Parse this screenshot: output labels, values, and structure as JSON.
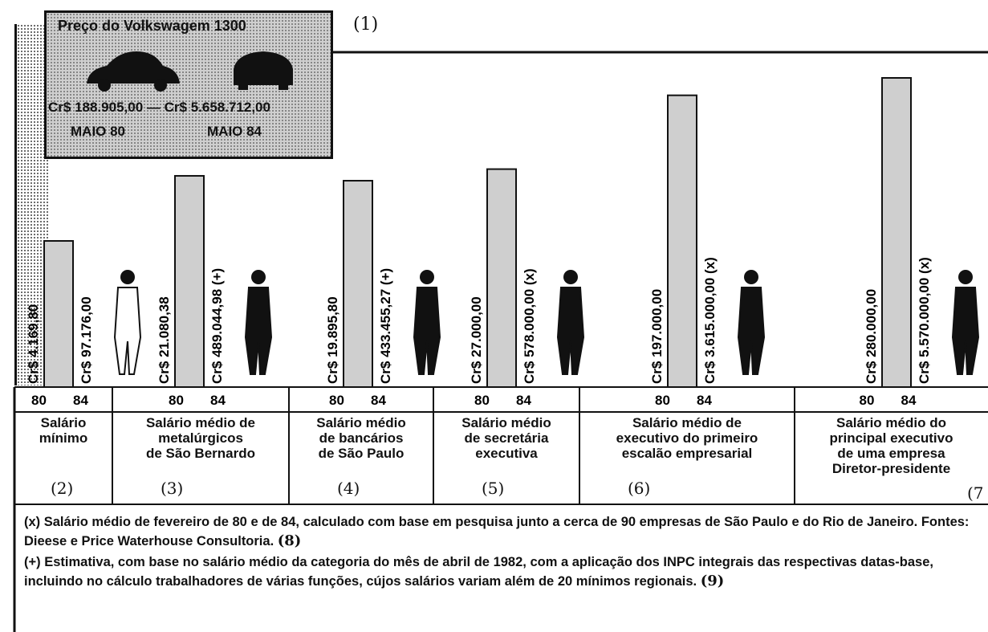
{
  "marker_top": "(1)",
  "price_box": {
    "title": "Preço do Volkswagem 1300",
    "price_80": "Cr$ 188.905,00",
    "separator": "—",
    "price_84": "Cr$ 5.658.712,00",
    "date_80": "MAIO 80",
    "date_84": "MAIO 84",
    "car_icon_1": "car-icon",
    "car_icon_2": "car-icon"
  },
  "chart_data": {
    "type": "bar",
    "x_labels": [
      "80",
      "84"
    ],
    "groups": [
      {
        "category": "Salário mínimo",
        "marker": "(2)",
        "val80": 4169.8,
        "val84": 97176.0,
        "label80": "Cr$ 4.169,80",
        "label84": "Cr$ 97.176,00",
        "mark": "",
        "figure": "worker-icon"
      },
      {
        "category": "Salário médio de metalúrgicos de São Bernardo",
        "marker": "(3)",
        "val80": 21080.38,
        "val84": 489044.98,
        "label80": "Cr$ 21.080,38",
        "label84": "Cr$ 489.044,98",
        "mark": "(+)",
        "figure": "factory-icon"
      },
      {
        "category": "Salário médio de bancários de São Paulo",
        "marker": "(4)",
        "val80": 19895.8,
        "val84": 433455.27,
        "label80": "Cr$ 19.895,80",
        "label84": "Cr$ 433.455,27",
        "mark": "(+)",
        "figure": "man-icon"
      },
      {
        "category": "Salário médio de secretária executiva",
        "marker": "(5)",
        "val80": 27000.0,
        "val84": 578000.0,
        "label80": "Cr$ 27.000,00",
        "label84": "Cr$ 578.000,00",
        "mark": "(x)",
        "figure": "woman-icon"
      },
      {
        "category": "Salário médio de executivo do primeiro escalão empresarial",
        "marker": "(6)",
        "val80": 197000.0,
        "val84": 3615000.0,
        "label80": "Cr$ 197.000,00",
        "label84": "Cr$ 3.615.000,00",
        "mark": "(x)",
        "figure": "executive-icon"
      },
      {
        "category": "Salário médio do principal executivo de uma empresa Diretor-presidente",
        "marker": "(7",
        "val80": 280000.0,
        "val84": 5570000.0,
        "label80": "Cr$ 280.000,00",
        "label84": "Cr$ 5.570.000,00",
        "mark": "(x)",
        "figure": "president-icon"
      }
    ],
    "category_lines": [
      [
        "Salário",
        "mínimo"
      ],
      [
        "Salário médio de",
        "metalúrgicos",
        "de São Bernardo"
      ],
      [
        "Salário médio",
        "de bancários",
        "de São Paulo"
      ],
      [
        "Salário médio",
        "de secretária",
        "executiva"
      ],
      [
        "Salário médio de",
        "executivo do primeiro",
        "escalão empresarial"
      ],
      [
        "Salário médio do",
        "principal executivo",
        "de uma empresa",
        "Diretor-presidente"
      ]
    ],
    "bar_fill": "#cfcfcf"
  },
  "notes": {
    "x": "(x) Salário médio de fevereiro de 80 e de 84, calculado com base em pesquisa junto a cerca de 90 empresas de São Paulo e do Rio de Janeiro. Fontes: Dieese e Price Waterhouse Consultoria.",
    "x_marker": "(8)",
    "plus": "(+) Estimativa, com base no salário médio da categoria do mês de abril de 1982, com a aplicação dos INPC integrais das respectivas datas-base, incluindo no cálculo trabalhadores de várias funções, cújos salários variam além de 20 mínimos regionais.",
    "plus_marker": "(9)"
  }
}
